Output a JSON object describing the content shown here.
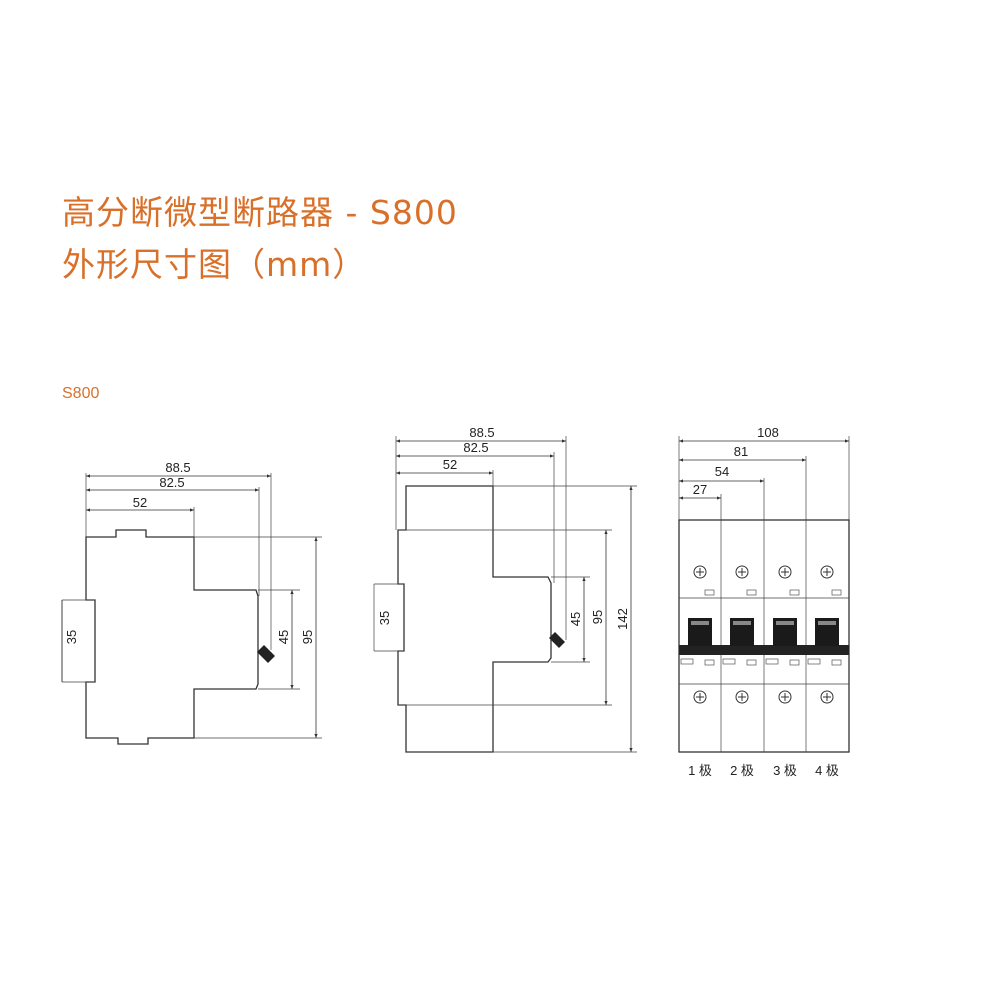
{
  "title": {
    "line1": "高分断微型断路器 - S800",
    "line2": "外形尺寸图（mm）"
  },
  "section_label": "S800",
  "colors": {
    "accent": "#d9702a",
    "line": "#333333"
  },
  "view1": {
    "dims": {
      "w88_5": "88.5",
      "w82_5": "82.5",
      "w52": "52",
      "h35": "35",
      "h45": "45",
      "h95": "95"
    }
  },
  "view2": {
    "dims": {
      "w88_5": "88.5",
      "w82_5": "82.5",
      "w52": "52",
      "h35": "35",
      "h45": "45",
      "h95": "95",
      "h142": "142"
    }
  },
  "view3": {
    "dims": {
      "w108": "108",
      "w81": "81",
      "w54": "54",
      "w27": "27"
    },
    "pole_labels": [
      "1 极",
      "2 极",
      "3 极",
      "4 极"
    ]
  }
}
